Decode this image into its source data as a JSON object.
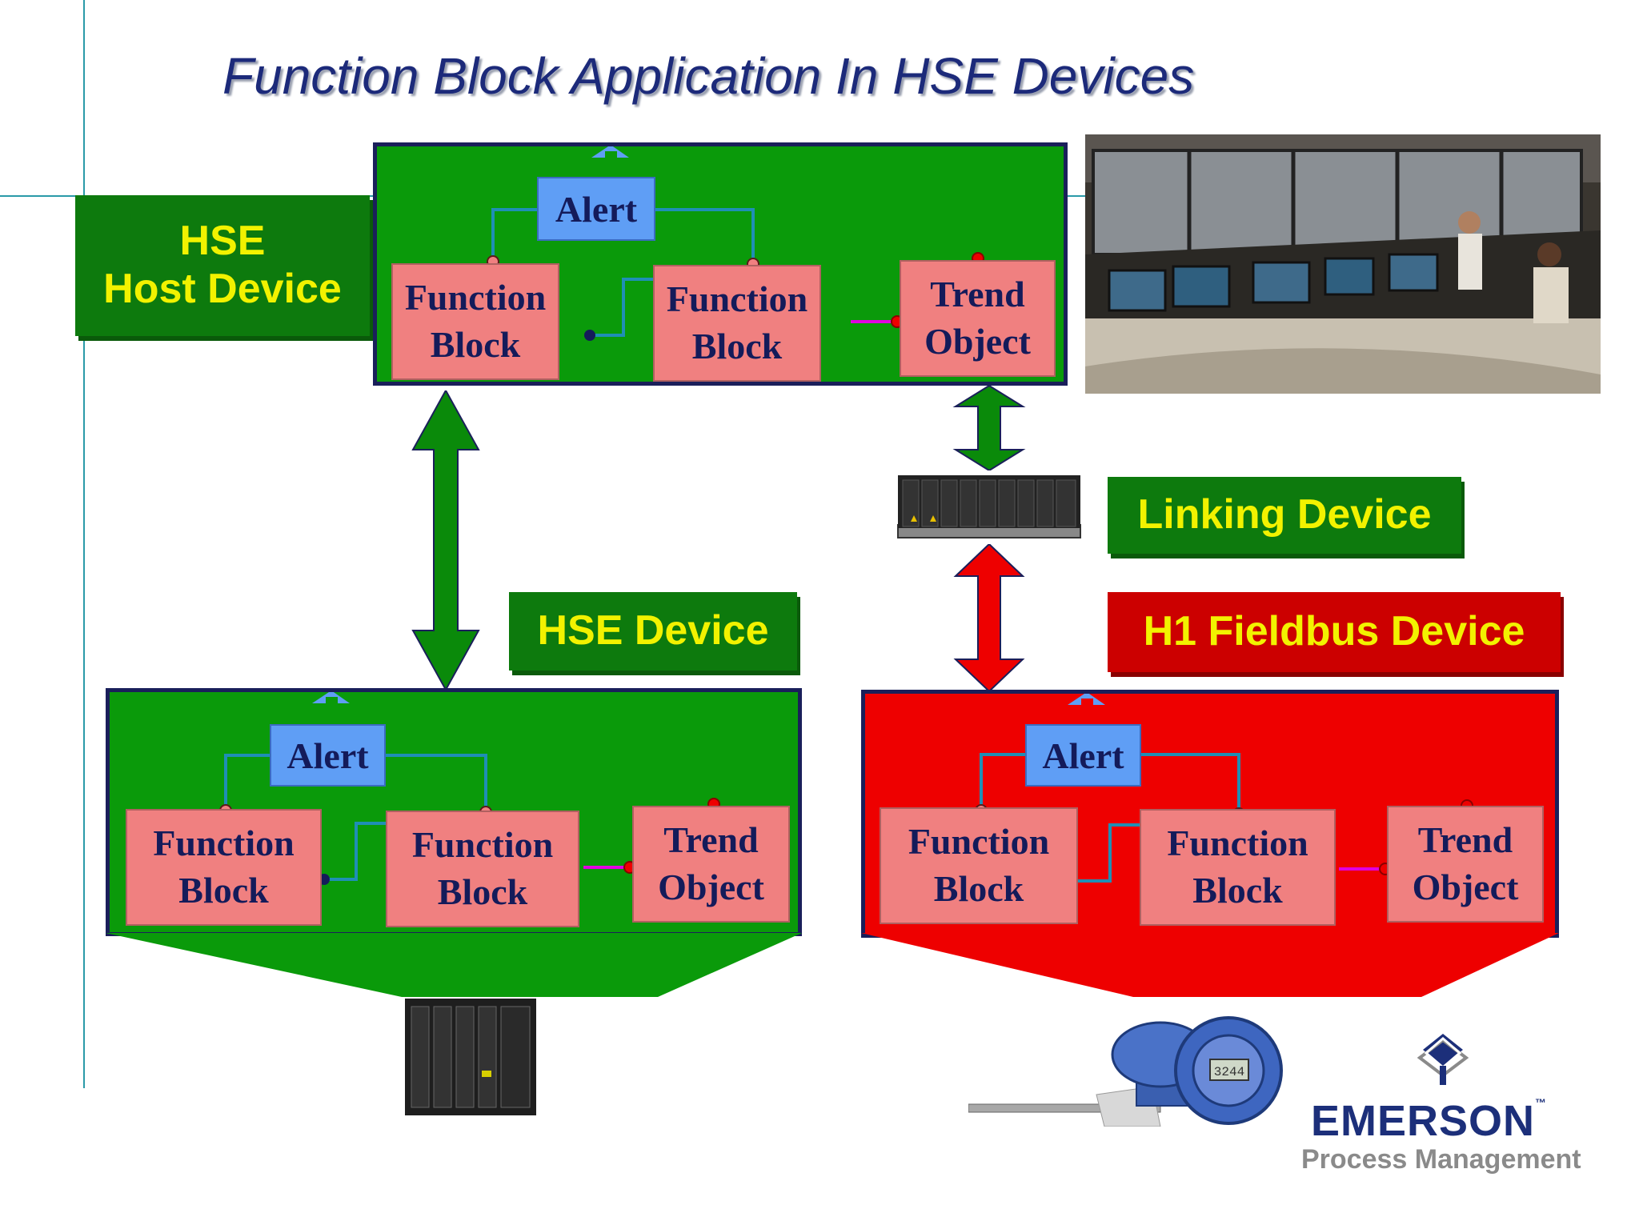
{
  "title": "Function Block Application In HSE Devices",
  "labels": {
    "hse_host": [
      "HSE",
      "Host Device"
    ],
    "linking": "Linking Device",
    "hse_device": "HSE Device",
    "h1_device": "H1 Fieldbus Device"
  },
  "blocks": {
    "alert": "Alert",
    "function_block": [
      "Function",
      "Block"
    ],
    "trend_object": [
      "Trend",
      "Object"
    ]
  },
  "logo": {
    "name": "EMERSON",
    "tm": "™",
    "sub": "Process Management"
  },
  "device_display": "3244",
  "colors": {
    "green_panel": "#0a9a0a",
    "red_panel": "#ee0000",
    "label_yellow": "#f2f200",
    "block_pink": "#f08080",
    "alert_blue": "#5f9ef5",
    "title_navy": "#1c2a7a"
  }
}
